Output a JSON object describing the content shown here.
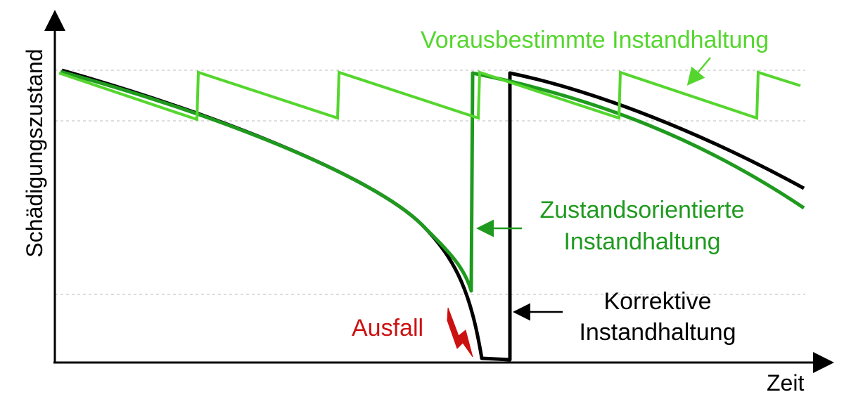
{
  "axes": {
    "y_label": "Schädigungszustand",
    "x_label": "Zeit"
  },
  "labels": {
    "voraus": "Vorausbestimmte Instandhaltung",
    "zustand_line1": "Zustandsorientierte",
    "zustand_line2": "Instandhaltung",
    "korrektiv_line1": "Korrektive",
    "korrektiv_line2": "Instandhaltung",
    "ausfall": "Ausfall"
  },
  "colors": {
    "voraus": "#55d62e",
    "zustand": "#1f9a1f",
    "korrektiv": "#000000",
    "ausfall": "#cc1111",
    "guide": "#bbbbbb"
  }
}
